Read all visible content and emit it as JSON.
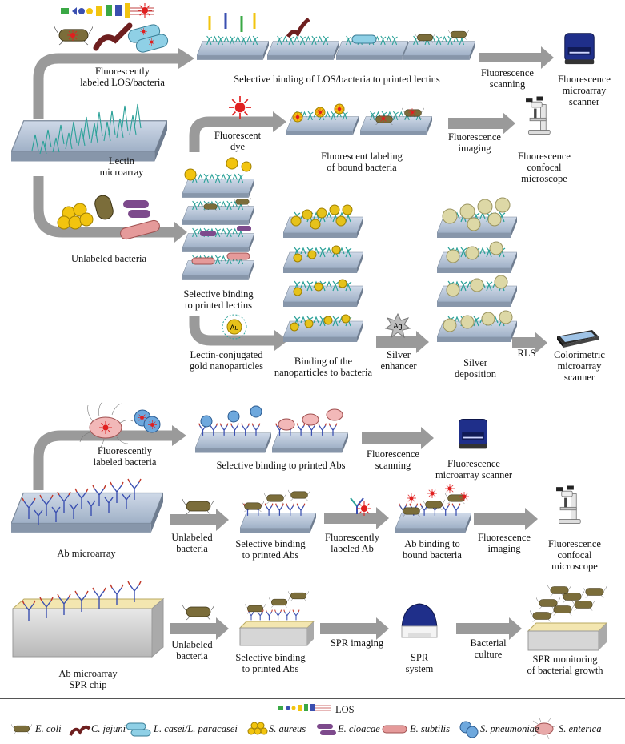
{
  "colors": {
    "arrow": "#9a9a9a",
    "slide_top": "#b9c7db",
    "slide_side": "#8a97a8",
    "lectin": "#2aa198",
    "antibody_blue": "#3a4fb0",
    "antibody_red": "#c0392b",
    "ecoli": "#7b6d3a",
    "cjejuni": "#6e1f1f",
    "lcasei": "#8fd0e6",
    "saureus": "#f2c40f",
    "ecloacae": "#7d4a8c",
    "bsubtilis": "#e59a9a",
    "spneumoniae": "#6ea8dd",
    "senterica": "#e8a9a9",
    "gold": "#e6c21a",
    "silver": "#c8c8a8",
    "fluor_red": "#e02020",
    "spr_gold": "#f3e6b0"
  },
  "icons": {
    "scanner": "fluorescence-scanner-icon",
    "microscope": "confocal-microscope-icon",
    "flatbed": "flatbed-scanner-icon",
    "spr": "spr-instrument-icon",
    "fluorophore": "fluorescent-dye-icon"
  },
  "top_panel": {
    "fluor_los_label": [
      "Fluorescently",
      "labeled LOS/bacteria"
    ],
    "selective_binding_los": "Selective binding of LOS/bacteria to printed lectins",
    "fluor_scanning": [
      "Fluorescence",
      "scanning"
    ],
    "fluor_scanner": [
      "Fluorescence",
      "microarray",
      "scanner"
    ],
    "lectin_microarray": [
      "Lectin",
      "microarray"
    ],
    "fluorescent_dye": [
      "Fluorescent",
      "dye"
    ],
    "fluorescent_labeling": [
      "Fluorescent labeling",
      "of bound bacteria"
    ],
    "fluor_imaging": [
      "Fluorescence",
      "imaging"
    ],
    "confocal": [
      "Fluorescence",
      "confocal",
      "microscope"
    ],
    "unlabeled_bacteria": "Unlabeled bacteria",
    "selective_binding_lectins": [
      "Selective binding",
      "to printed lectins"
    ],
    "lectin_gold": [
      "Lectin-conjugated",
      "gold nanoparticles"
    ],
    "binding_nanoparticles": [
      "Binding of the",
      "nanoparticles to bacteria"
    ],
    "silver_enhancer": [
      "Silver",
      "enhancer"
    ],
    "silver_deposition": [
      "Silver",
      "deposition"
    ],
    "rls": "RLS",
    "colorimetric_scanner": [
      "Colorimetric",
      "microarray",
      "scanner"
    ],
    "au_label": "Au",
    "ag_label": "Ag"
  },
  "bottom_panel": {
    "fluor_labeled_bacteria": [
      "Fluorescently",
      "labeled bacteria"
    ],
    "selective_binding_abs": "Selective binding to printed Abs",
    "fluor_scanning": [
      "Fluorescence",
      "scanning"
    ],
    "fluor_scanner": [
      "Fluorescence",
      "microarray scanner"
    ],
    "ab_microarray": "Ab microarray",
    "unlabeled_bacteria_1": [
      "Unlabeled",
      "bacteria"
    ],
    "selective_binding_abs_1": [
      "Selective binding",
      "to printed Abs"
    ],
    "fluor_labeled_ab": [
      "Fluorescently",
      "labeled Ab"
    ],
    "ab_binding": [
      "Ab binding to",
      "bound bacteria"
    ],
    "fluor_imaging": [
      "Fluorescence",
      "imaging"
    ],
    "confocal": [
      "Fluorescence",
      "confocal",
      "microscope"
    ],
    "ab_spr_chip": [
      "Ab microarray",
      "SPR chip"
    ],
    "unlabeled_bacteria_2": [
      "Unlabeled",
      "bacteria"
    ],
    "selective_binding_abs_2": [
      "Selective binding",
      "to printed Abs"
    ],
    "spr_imaging": "SPR imaging",
    "spr_system": [
      "SPR",
      "system"
    ],
    "bacterial_culture": [
      "Bacterial",
      "culture"
    ],
    "spr_monitoring": [
      "SPR monitoring",
      "of bacterial growth"
    ]
  },
  "legend": {
    "los": "LOS",
    "items": [
      "E. coli",
      "C. jejuni",
      "L. casei/L. paracasei",
      "S. aureus",
      "E. cloacae",
      "B. subtilis",
      "S. pneumoniae",
      "S. enterica"
    ]
  }
}
